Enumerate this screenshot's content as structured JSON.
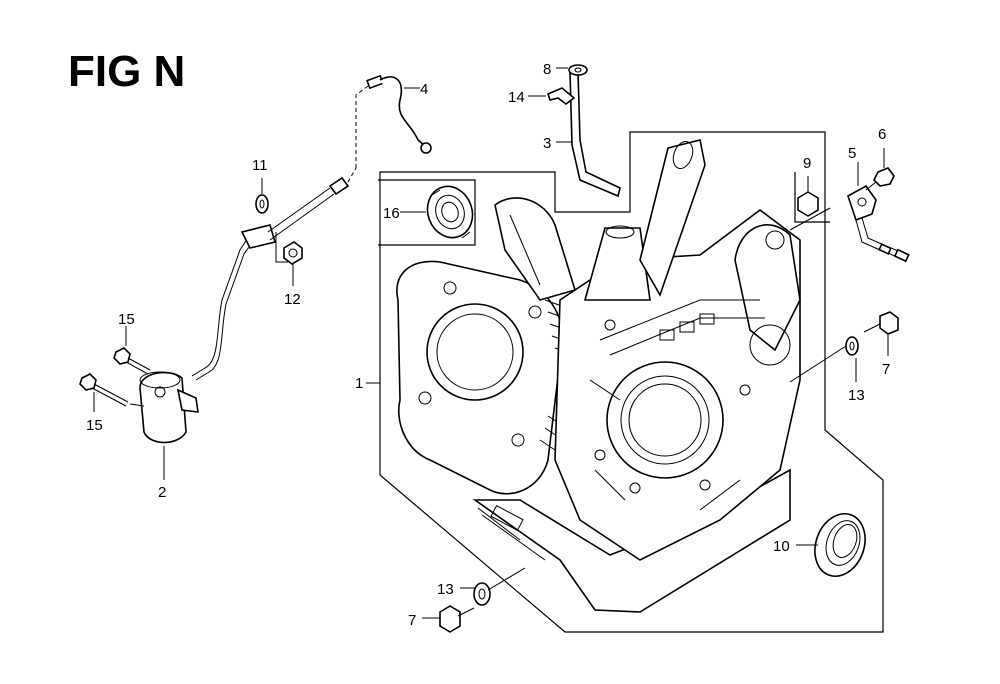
{
  "figure": {
    "title": "FIG N"
  },
  "callouts": {
    "c1": "1",
    "c2": "2",
    "c3": "3",
    "c4": "4",
    "c5": "5",
    "c6": "6",
    "c7a": "7",
    "c7b": "7",
    "c8": "8",
    "c9": "9",
    "c10": "10",
    "c11": "11",
    "c12": "12",
    "c13a": "13",
    "c13b": "13",
    "c14": "14",
    "c15a": "15",
    "c15b": "15",
    "c16": "16"
  }
}
